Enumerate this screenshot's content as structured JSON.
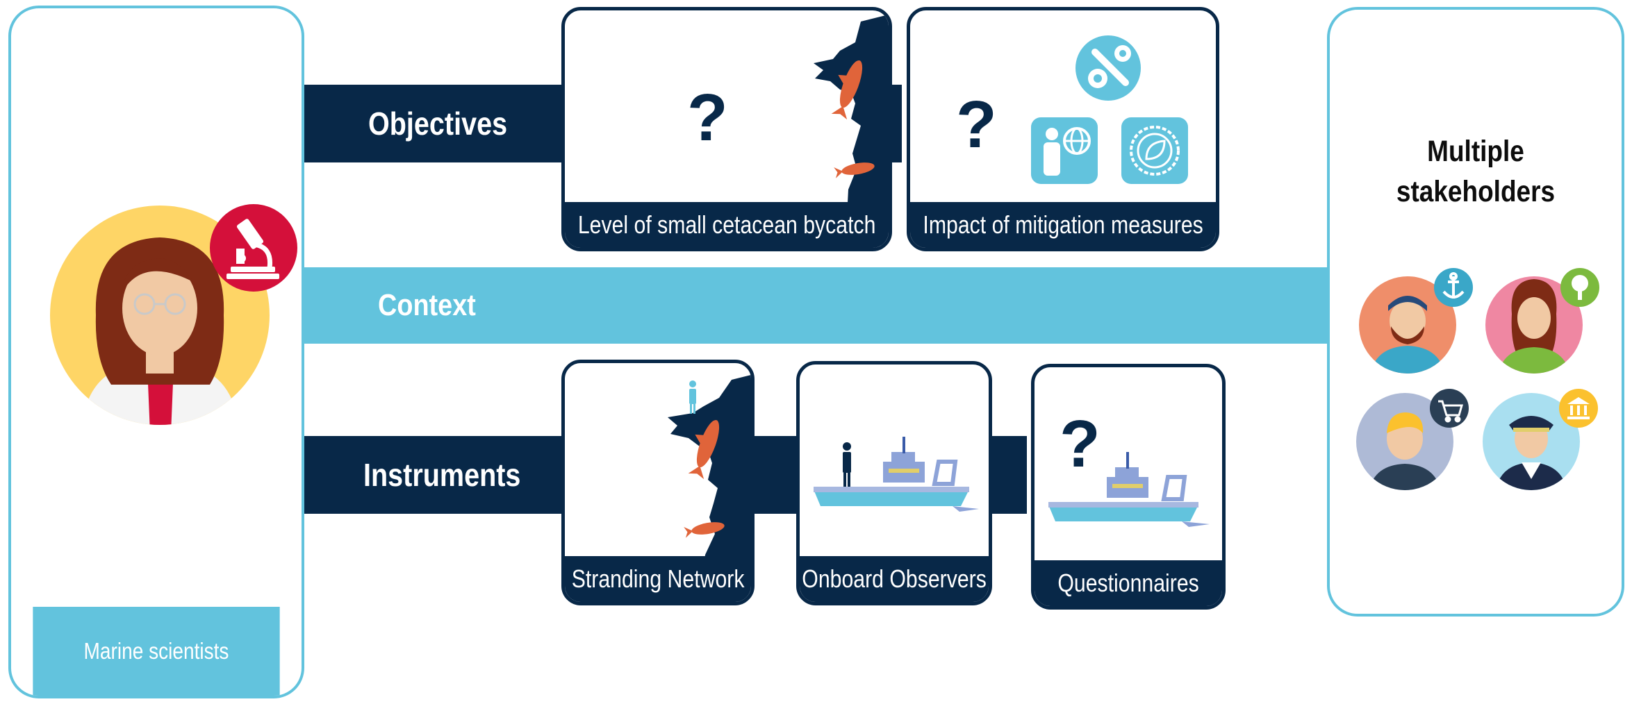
{
  "left_panel": {
    "label": "Marine scientists",
    "icon": "microscope-icon",
    "accent": "#d4103a"
  },
  "right_panel": {
    "title_line1": "Multiple",
    "title_line2": "stakeholders"
  },
  "bands": {
    "objectives": "Objectives",
    "context": "Context",
    "instruments": "Instruments"
  },
  "objective_cards": [
    {
      "label": "Level of small cetacean bycatch",
      "mark": "?"
    },
    {
      "label": "Impact of mitigation measures",
      "mark": "?"
    }
  ],
  "instrument_cards": [
    {
      "label": "Stranding Network"
    },
    {
      "label": "Onboard Observers"
    },
    {
      "label": "Questionnaires",
      "mark": "?"
    }
  ],
  "colors": {
    "navy": "#082848",
    "light_blue": "#62c3dd",
    "yellow": "#fed566",
    "red": "#d4103a"
  }
}
